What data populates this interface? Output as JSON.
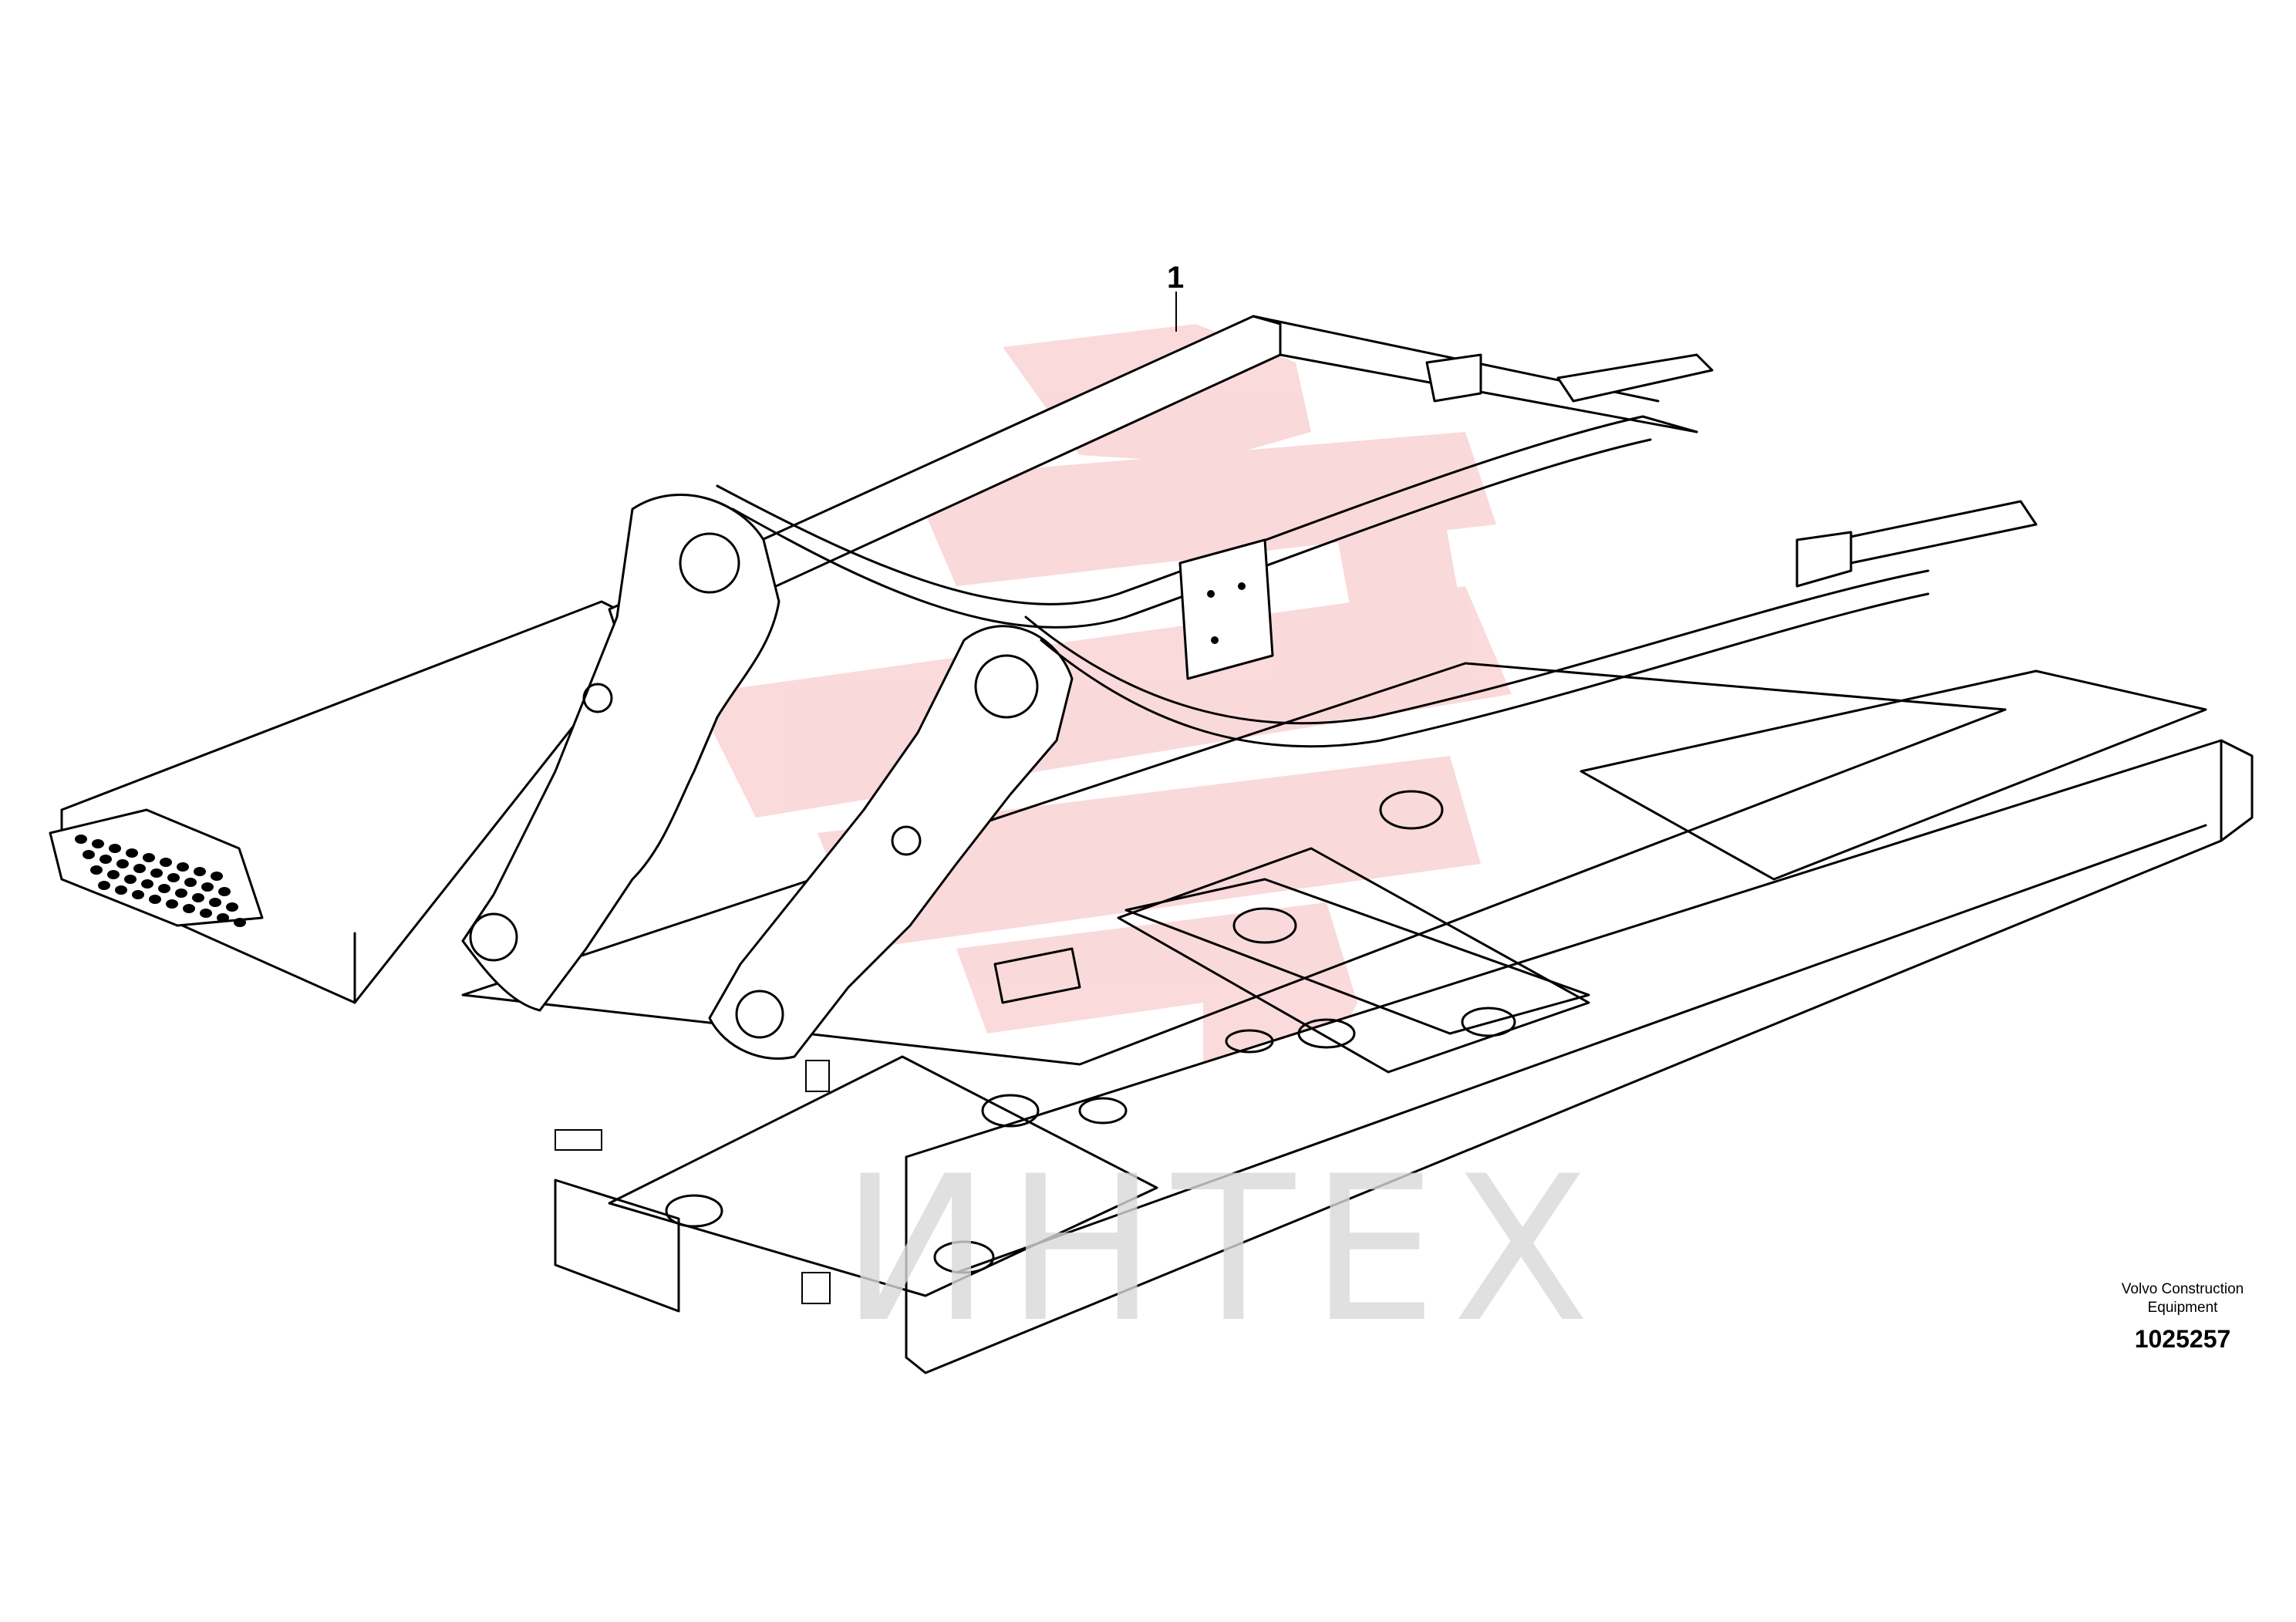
{
  "diagram": {
    "callouts": [
      {
        "label": "1"
      }
    ],
    "manufacturer": "Volvo Construction Equipment",
    "manufacturer_line1": "Volvo Construction",
    "manufacturer_line2": "Equipment",
    "part_number": "1025257",
    "watermark_text": "ИНТЕХ",
    "watermark_color": "#e8343c",
    "line_color": "#000000"
  }
}
